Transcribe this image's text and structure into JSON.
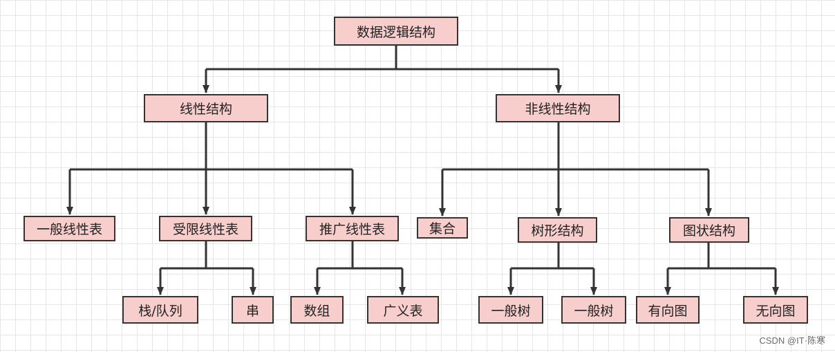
{
  "nodes": {
    "root": "数据逻辑结构",
    "linear": "线性结构",
    "nonlinear": "非线性结构",
    "general_linear_list": "一般线性表",
    "restricted_linear_list": "受限线性表",
    "extended_linear_list": "推广线性表",
    "set": "集合",
    "tree": "树形结构",
    "graph": "图状结构",
    "stack_queue": "栈/队列",
    "string": "串",
    "array": "数组",
    "generalized_list": "广义表",
    "general_tree_1": "一般树",
    "general_tree_2": "一般树",
    "directed_graph": "有向图",
    "undirected_graph": "无向图"
  },
  "watermark": "CSDN @IT·陈寒",
  "colors": {
    "node_fill": "#f8cecc",
    "node_border": "#333333",
    "edge": "#333333",
    "grid": "#e6e6e6"
  }
}
